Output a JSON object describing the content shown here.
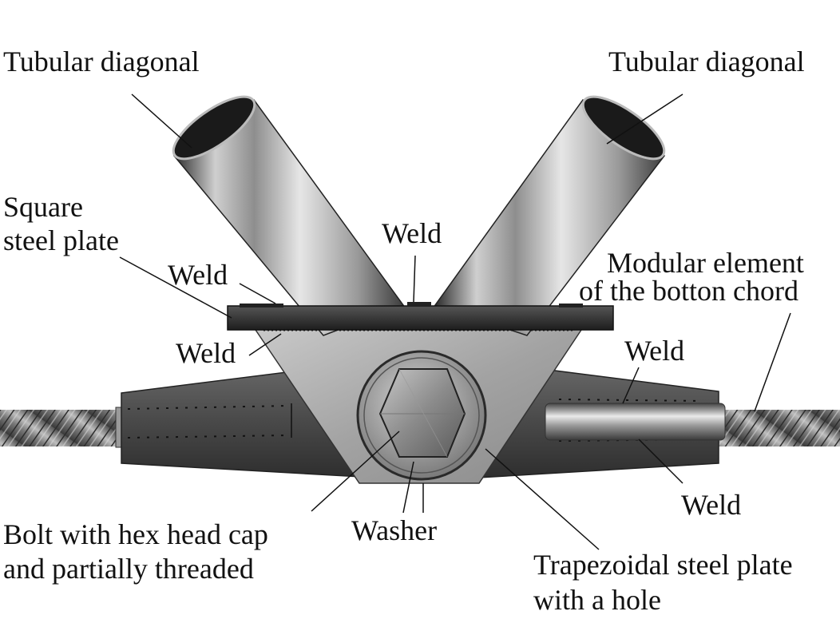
{
  "labels": {
    "tubular_diagonal_left": "Tubular diagonal",
    "tubular_diagonal_right": "Tubular diagonal",
    "square_plate_1": "Square",
    "square_plate_2": "steel plate",
    "weld_top_center": "Weld",
    "weld_left_upper": "Weld",
    "weld_left_lower": "Weld",
    "modular_1": "Modular element",
    "modular_2": "of the botton chord",
    "weld_right_upper": "Weld",
    "weld_right_lower": "Weld",
    "bolt_1": "Bolt with hex head cap",
    "bolt_2": "and partially threaded",
    "washer": "Washer",
    "trapezoid_1": "Trapezoidal steel plate",
    "trapezoid_2": "with a hole"
  },
  "colors": {
    "background": "#ffffff",
    "steel_light": "#e8e8e8",
    "steel_dark": "#3a3a3a",
    "plate_dark": "#2a2a2a",
    "text": "#111111"
  }
}
